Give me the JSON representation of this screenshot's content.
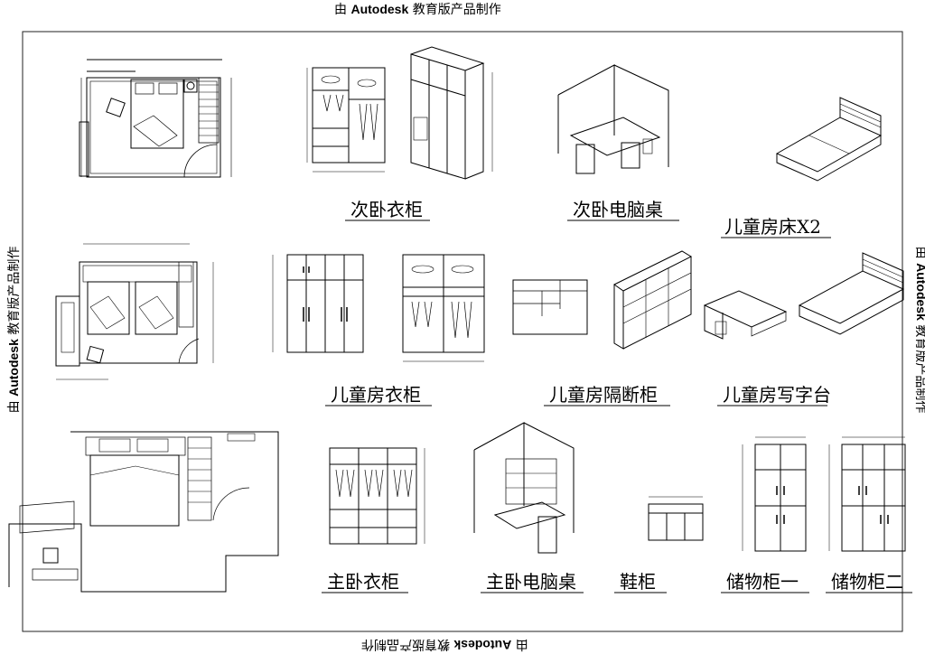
{
  "watermark": {
    "prefix": "由",
    "brand": "Autodesk",
    "suffix": "教育版产品制作"
  },
  "labels": {
    "second_bedroom_wardrobe": "次卧衣柜",
    "second_bedroom_desk": "次卧电脑桌",
    "kids_bed": "儿童房床X2",
    "kids_wardrobe": "儿童房衣柜",
    "kids_partition_cabinet": "儿童房隔断柜",
    "kids_writing_desk": "儿童房写字台",
    "master_wardrobe": "主卧衣柜",
    "master_desk": "主卧电脑桌",
    "shoe_cabinet": "鞋柜",
    "storage_cabinet_1": "储物柜一",
    "storage_cabinet_2": "储物柜二"
  }
}
